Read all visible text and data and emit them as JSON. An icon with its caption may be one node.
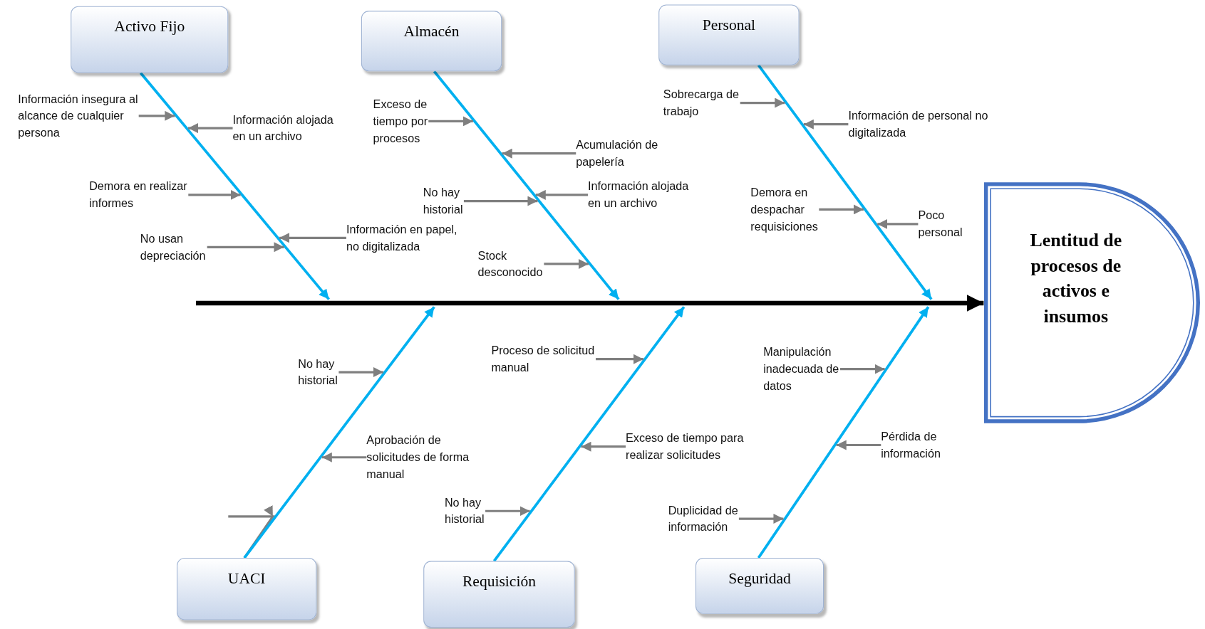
{
  "diagram": {
    "nodes": [
      {
        "text": [
          "Activo Fijo"
        ]
      },
      {
        "text": [
          "Almacén"
        ]
      },
      {
        "text": [
          "Personal"
        ]
      },
      {
        "text": [
          "Información insegura al alcance de cualquier persona"
        ]
      },
      {
        "text": [
          "Información alojada en un archivo"
        ]
      },
      {
        "text": [
          "Demora en realizar informes"
        ]
      },
      {
        "text": [
          "No usan depreciación"
        ]
      },
      {
        "text": [
          "Información en papel, no digitalizada"
        ]
      },
      {
        "text": [
          "Exceso de tiempo por procesos"
        ]
      },
      {
        "text": [
          "Acumulación de papelería"
        ]
      },
      {
        "text": [
          "No hay historial"
        ]
      },
      {
        "text": [
          "Información alojada en un archivo"
        ]
      },
      {
        "text": [
          "Stock desconocido"
        ]
      },
      {
        "text": [
          "Sobrecarga de trabajo"
        ]
      },
      {
        "text": [
          "Información de personal no digitalizada"
        ]
      },
      {
        "text": [
          "Demora en despachar requisiciones"
        ]
      },
      {
        "text": [
          "Poco personal"
        ]
      },
      {
        "text": [
          "Lentitud de procesos de activos e insumos"
        ]
      },
      {
        "text": [
          "UACI"
        ]
      },
      {
        "text": [
          "Requisición"
        ]
      },
      {
        "text": [
          "Seguridad"
        ]
      },
      {
        "text": [
          "No hay historial"
        ]
      },
      {
        "text": [
          "Aprobación de solicitudes de forma manual"
        ]
      },
      {
        "text": [
          "Proceso de solicitud manual"
        ]
      },
      {
        "text": [
          "Exceso de tiempo para realizar solicitudes"
        ]
      },
      {
        "text": [
          "No hay historial"
        ]
      },
      {
        "text": [
          "Manipulación inadecuada de datos"
        ]
      },
      {
        "text": [
          "Pérdida de información"
        ]
      },
      {
        "text": [
          "Duplicidad de información"
        ]
      }
    ],
    "edges": [
      {
        "from": null,
        "to": 17,
        "arrow": "to",
        "style": "thick",
        "color": "#000000"
      },
      {
        "from": 0,
        "to": null,
        "arrow": "to",
        "color": "#00b0f0"
      },
      {
        "from": 1,
        "to": null,
        "arrow": "to",
        "color": "#00b0f0"
      },
      {
        "from": 2,
        "to": null,
        "arrow": "to",
        "color": "#00b0f0"
      },
      {
        "from": 18,
        "to": null,
        "arrow": "to",
        "color": "#00b0f0"
      },
      {
        "from": 19,
        "to": null,
        "arrow": "to",
        "color": "#00b0f0"
      },
      {
        "from": 20,
        "to": null,
        "arrow": "to",
        "color": "#00b0f0"
      },
      {
        "from": 3,
        "to": null,
        "arrow": "to"
      },
      {
        "from": 4,
        "to": null,
        "arrow": "to"
      },
      {
        "from": 5,
        "to": null,
        "arrow": "to"
      },
      {
        "from": 6,
        "to": null,
        "arrow": "to"
      },
      {
        "from": 7,
        "to": null,
        "arrow": "to"
      },
      {
        "from": 8,
        "to": null,
        "arrow": "to"
      },
      {
        "from": 9,
        "to": null,
        "arrow": "to"
      },
      {
        "from": 10,
        "to": null,
        "arrow": "to"
      },
      {
        "from": 11,
        "to": null,
        "arrow": "to"
      },
      {
        "from": 12,
        "to": null,
        "arrow": "to"
      },
      {
        "from": 13,
        "to": null,
        "arrow": "to"
      },
      {
        "from": 14,
        "to": null,
        "arrow": "to"
      },
      {
        "from": 15,
        "to": null,
        "arrow": "to"
      },
      {
        "from": 16,
        "to": null,
        "arrow": "to"
      },
      {
        "from": 21,
        "to": null,
        "arrow": "to"
      },
      {
        "from": 22,
        "to": null,
        "arrow": "to"
      },
      {
        "from": null,
        "to": 18,
        "arrow": "to"
      },
      {
        "from": 23,
        "to": null,
        "arrow": "to"
      },
      {
        "from": 24,
        "to": null,
        "arrow": "to"
      },
      {
        "from": 25,
        "to": null,
        "arrow": "to"
      },
      {
        "from": 26,
        "to": null,
        "arrow": "to"
      },
      {
        "from": 27,
        "to": null,
        "arrow": "to"
      },
      {
        "from": 28,
        "to": null,
        "arrow": "to"
      }
    ]
  }
}
